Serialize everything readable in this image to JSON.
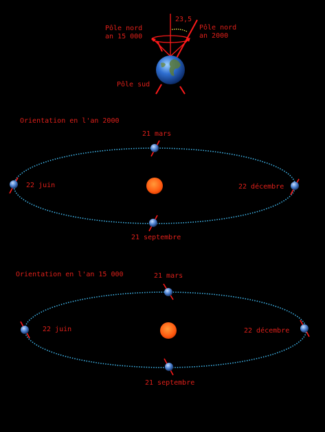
{
  "colors": {
    "background": "#000000",
    "text": "#e0201a",
    "axis": "#ff1a1a",
    "orbit": "#3fb2e6",
    "sun": "#ff5a10",
    "cone_tick": "#e8e24a"
  },
  "header": {
    "angle_label": "23,5",
    "pole_now_line1": "Pôle nord",
    "pole_now_line2": "an 15 000",
    "pole_2000_line1": "Pôle nord",
    "pole_2000_line2": "an 2000",
    "pole_south": "Pôle sud"
  },
  "orbits": [
    {
      "title": "Orientation en l'an 2000",
      "march": "21 mars",
      "june": "22 juin",
      "december": "22 décembre",
      "september": "21 septembre"
    },
    {
      "title": "Orientation en l'an 15 000",
      "march": "21 mars",
      "june": "22 juin",
      "december": "22 décembre",
      "september": "21 septembre"
    }
  ]
}
